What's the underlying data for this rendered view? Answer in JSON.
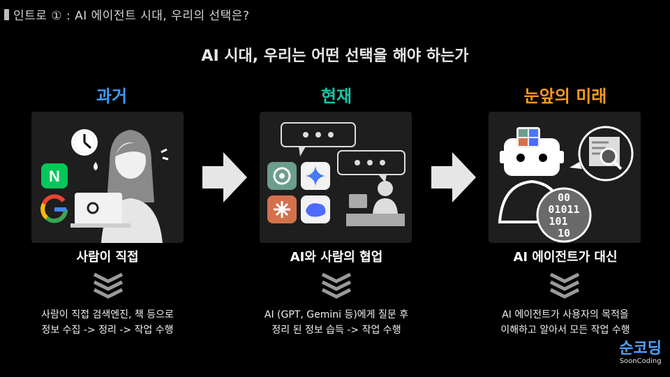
{
  "header": {
    "title": "인트로 ① : AI 에이전트 시대, 우리의 선택은?"
  },
  "main_title": "AI 시대, 우리는 어떤 선택을 해야 하는가",
  "columns": [
    {
      "title": "과거",
      "title_color": "#3d9bff",
      "caption": "사람이 직접",
      "desc_line1": "사람이 직접 검색엔진, 책 등으로",
      "desc_line2": "정보 수집 -> 정리 -> 작업 수행",
      "icons": {
        "naver": "N",
        "google": "G"
      }
    },
    {
      "title": "현재",
      "title_color": "#19c4a4",
      "caption": "AI와 사람의 협업",
      "desc_line1": "AI (GPT, Gemini 등)에게 질문 후",
      "desc_line2": "정리 된 정보 습득 -> 작업 수행"
    },
    {
      "title": "눈앞의 미래",
      "title_color": "#ff9a1f",
      "caption": "AI 에이전트가 대신",
      "desc_line1": "AI 에이전트가 사용자의 목적을",
      "desc_line2": "이해하고 알아서 모든 작업 수행",
      "binary": [
        "00",
        "01011",
        "101",
        "10"
      ]
    }
  ],
  "logo": {
    "main": "순코딩",
    "sub": "SoonCoding"
  }
}
